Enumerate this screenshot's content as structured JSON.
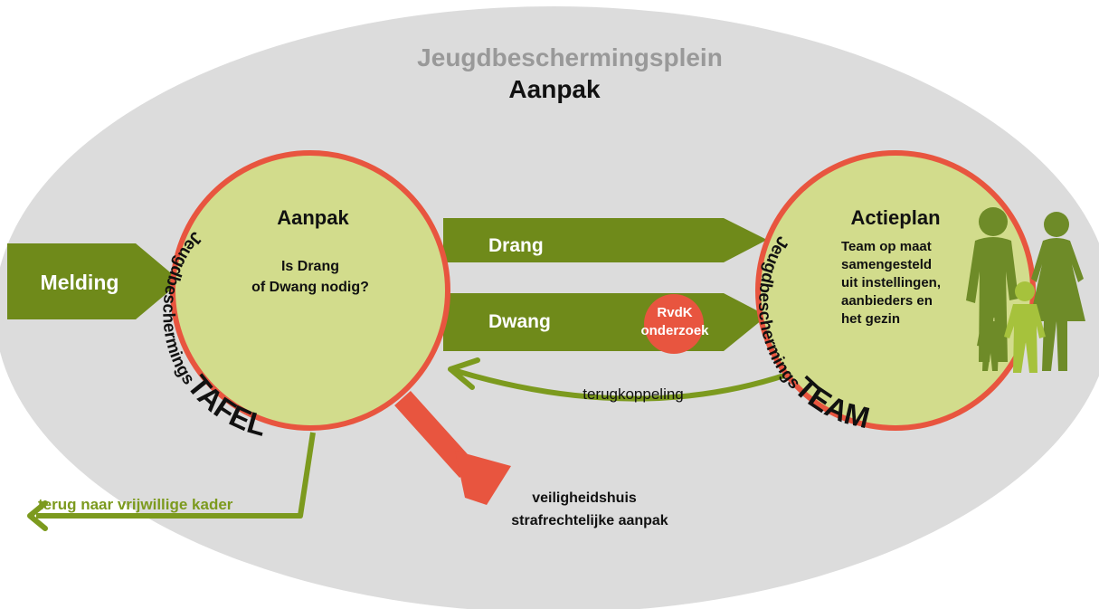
{
  "plein": {
    "title": "Jeugdbeschermingsplein",
    "subtitle": "Aanpak"
  },
  "melding": {
    "label": "Melding"
  },
  "tafel": {
    "heading": "Aanpak",
    "question_line1": "Is Drang",
    "question_line2": "of Dwang nodig?",
    "arc_prefix": "Jeugdbeschermings",
    "arc_suffix": "TAFEL"
  },
  "drang": {
    "label": "Drang"
  },
  "dwang": {
    "label": "Dwang"
  },
  "rvdk": {
    "line1": "RvdK",
    "line2": "onderzoek"
  },
  "terugkoppeling": {
    "label": "terugkoppeling"
  },
  "team": {
    "heading": "Actieplan",
    "desc_line1": "Team op maat",
    "desc_line2": "samengesteld",
    "desc_line3": "uit instellingen,",
    "desc_line4": "aanbieders en",
    "desc_line5": "het gezin",
    "arc_prefix": "Jeugdbeschermings",
    "arc_suffix": "TEAM"
  },
  "vrijwillig": {
    "label": "terug naar vrijwillige kader"
  },
  "veiligheidshuis": {
    "line1": "veiligheidshuis",
    "line2": "strafrechtelijke aanpak"
  },
  "icons": [
    "family-silhouette-icon"
  ],
  "colors": {
    "ellipse": "#dcdcdc",
    "circle_fill": "#d2dc8c",
    "circle_border": "#e8553f",
    "arrow_green": "#6f8a1a",
    "line_green": "#7c9a1e",
    "rvdk_red": "#e8553f",
    "big_arrow": "#e8553f",
    "title_gray": "#999999",
    "family_dark": "#6e8b28",
    "family_light": "#a6c23c"
  }
}
